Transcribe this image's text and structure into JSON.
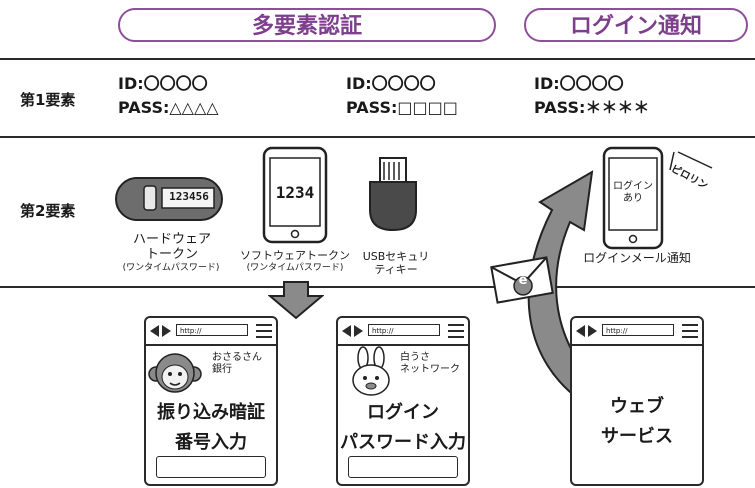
{
  "headers": {
    "mfa": "多要素認証",
    "login_notice": "ログイン通知"
  },
  "rows": {
    "factor1": "第1要素",
    "factor2": "第2要素"
  },
  "factor1_creds": [
    {
      "id": "ID:〇〇〇〇",
      "pass": "PASS:△△△△"
    },
    {
      "id": "ID:〇〇〇〇",
      "pass": "PASS:□□□□"
    },
    {
      "id": "ID:〇〇〇〇",
      "pass": "PASS:＊＊＊＊"
    }
  ],
  "devices": {
    "hw_token_number": "123456",
    "hw_token_label_1": "ハードウェア",
    "hw_token_label_2": "トークン",
    "hw_token_sub": "(ワンタイムパスワード)",
    "sw_token_number": "1234",
    "sw_token_label": "ソフトウェアトークン",
    "sw_token_sub": "(ワンタイムパスワード)",
    "usb_label_1": "USBセキュリ",
    "usb_label_2": "ティキー",
    "phone_text_1": "ログイン",
    "phone_text_2": "あり",
    "phone_sound": "ピロリン",
    "mail_label": "ログインメール通知",
    "envelope_letter": "e"
  },
  "browsers": [
    {
      "url": "http://",
      "site_1": "おさるさん",
      "site_2": "銀行",
      "line1": "振り込み暗証",
      "line2": "番号入力"
    },
    {
      "url": "http://",
      "site_1": "白うさ",
      "site_2": "ネットワーク",
      "line1": "ログイン",
      "line2": "パスワード入力"
    },
    {
      "url": "http://",
      "line1": "ウェブ",
      "line2": "サービス"
    }
  ],
  "colors": {
    "accent": "#8e4f9a",
    "dark": "#2a2a2a",
    "grey": "#8a8a8a"
  }
}
